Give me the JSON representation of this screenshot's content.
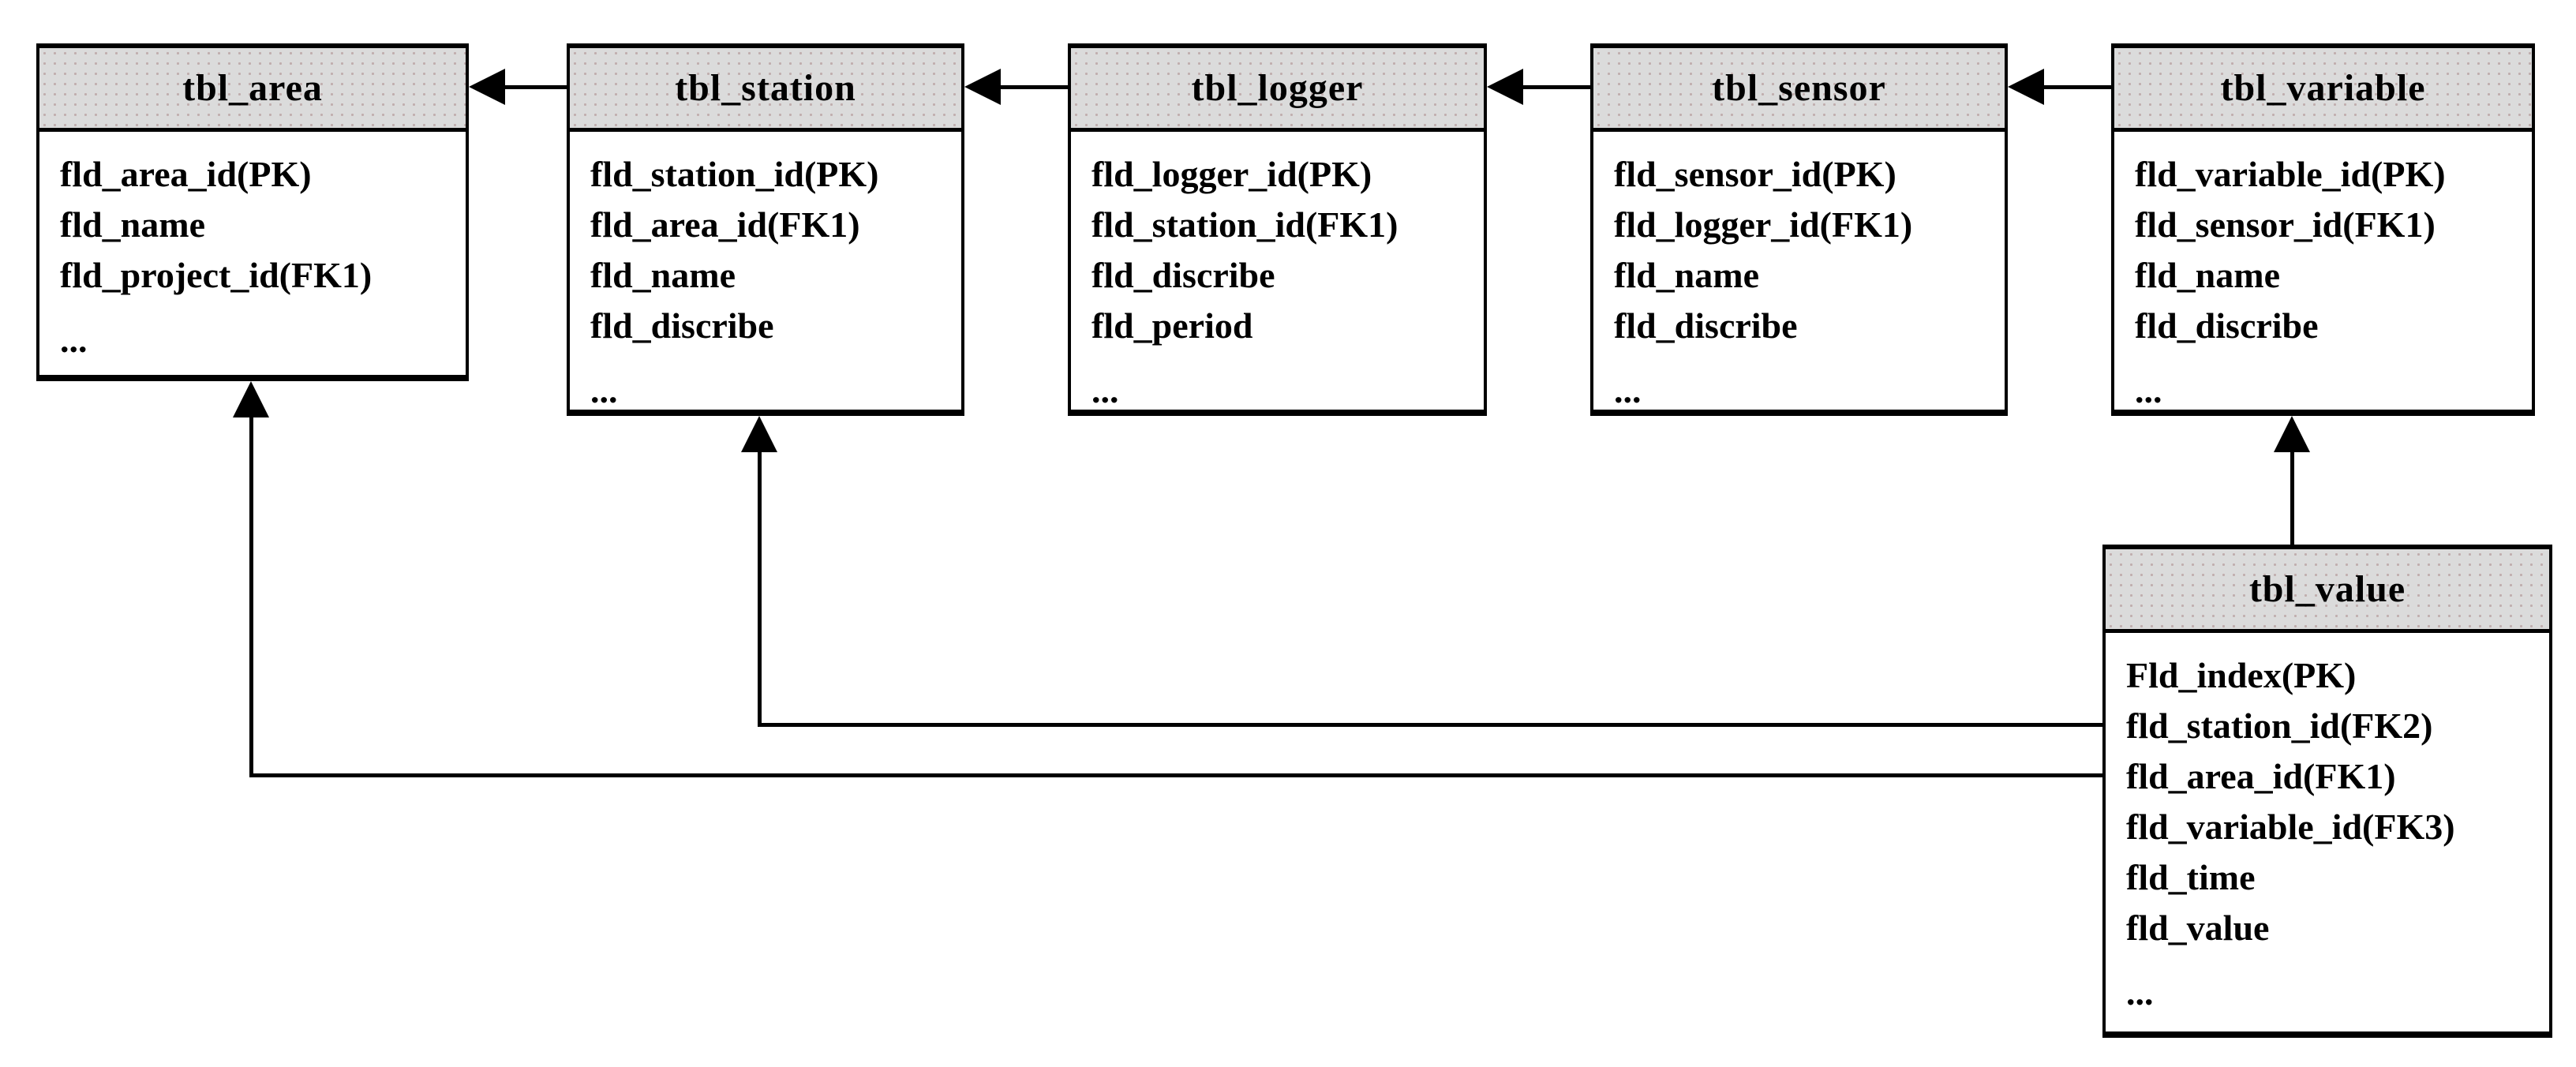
{
  "diagram": {
    "tables": [
      {
        "title": "tbl_area",
        "fields": [
          "fld_area_id(PK)",
          "fld_name",
          "fld_project_id(FK1)",
          "..."
        ]
      },
      {
        "title": "tbl_station",
        "fields": [
          "fld_station_id(PK)",
          "fld_area_id(FK1)",
          "fld_name",
          "fld_discribe",
          "..."
        ]
      },
      {
        "title": "tbl_logger",
        "fields": [
          "fld_logger_id(PK)",
          "fld_station_id(FK1)",
          "fld_discribe",
          "fld_period",
          "..."
        ]
      },
      {
        "title": "tbl_sensor",
        "fields": [
          "fld_sensor_id(PK)",
          "fld_logger_id(FK1)",
          "fld_name",
          "fld_discribe",
          "..."
        ]
      },
      {
        "title": "tbl_variable",
        "fields": [
          "fld_variable_id(PK)",
          "fld_sensor_id(FK1)",
          "fld_name",
          "fld_discribe",
          "..."
        ]
      },
      {
        "title": "tbl_value",
        "fields": [
          "Fld_index(PK)",
          "fld_station_id(FK2)",
          "fld_area_id(FK1)",
          "fld_variable_id(FK3)",
          "fld_time",
          "fld_value",
          "..."
        ]
      }
    ],
    "relations": [
      {
        "from": "tbl_station",
        "to": "tbl_area"
      },
      {
        "from": "tbl_logger",
        "to": "tbl_station"
      },
      {
        "from": "tbl_sensor",
        "to": "tbl_logger"
      },
      {
        "from": "tbl_variable",
        "to": "tbl_sensor"
      },
      {
        "from": "tbl_value",
        "to": "tbl_variable"
      },
      {
        "from": "tbl_value",
        "to": "tbl_station"
      },
      {
        "from": "tbl_value",
        "to": "tbl_area"
      }
    ],
    "colors": {
      "header_bg": "#dbdbdb",
      "border": "#000000",
      "body_bg": "#ffffff",
      "text": "#000000"
    }
  }
}
